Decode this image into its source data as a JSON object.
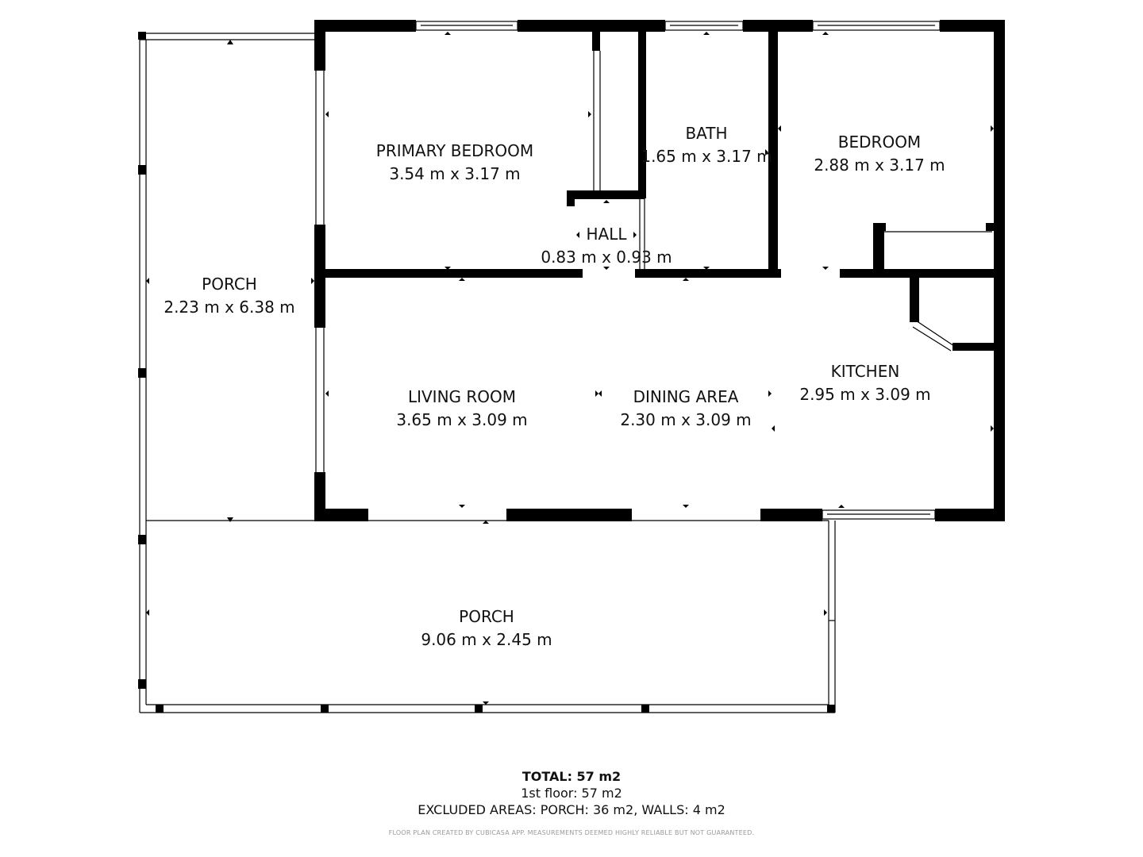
{
  "rooms": [
    {
      "key": "porch_left",
      "name": "PORCH",
      "dims": "2.23 m x 6.38 m"
    },
    {
      "key": "primary_bedroom",
      "name": "PRIMARY BEDROOM",
      "dims": "3.54 m x 3.17 m"
    },
    {
      "key": "bath",
      "name": "BATH",
      "dims": "1.65 m x 3.17 m"
    },
    {
      "key": "bedroom",
      "name": "BEDROOM",
      "dims": "2.88 m x 3.17 m"
    },
    {
      "key": "hall",
      "name": "HALL",
      "dims": "0.83 m x 0.93 m"
    },
    {
      "key": "living_room",
      "name": "LIVING ROOM",
      "dims": "3.65 m x 3.09 m"
    },
    {
      "key": "dining_area",
      "name": "DINING AREA",
      "dims": "2.30 m x 3.09 m"
    },
    {
      "key": "kitchen",
      "name": "KITCHEN",
      "dims": "2.95 m x 3.09 m"
    },
    {
      "key": "porch_bottom",
      "name": "PORCH",
      "dims": "9.06 m x 2.45 m"
    }
  ],
  "summary": {
    "total": "TOTAL: 57 m2",
    "floor": "1st floor: 57 m2",
    "excluded": "EXCLUDED AREAS: PORCH: 36 m2, WALLS: 4 m2"
  },
  "disclaimer": "FLOOR PLAN CREATED BY CUBICASA APP. MEASUREMENTS DEEMED HIGHLY RELIABLE BUT NOT GUARANTEED."
}
